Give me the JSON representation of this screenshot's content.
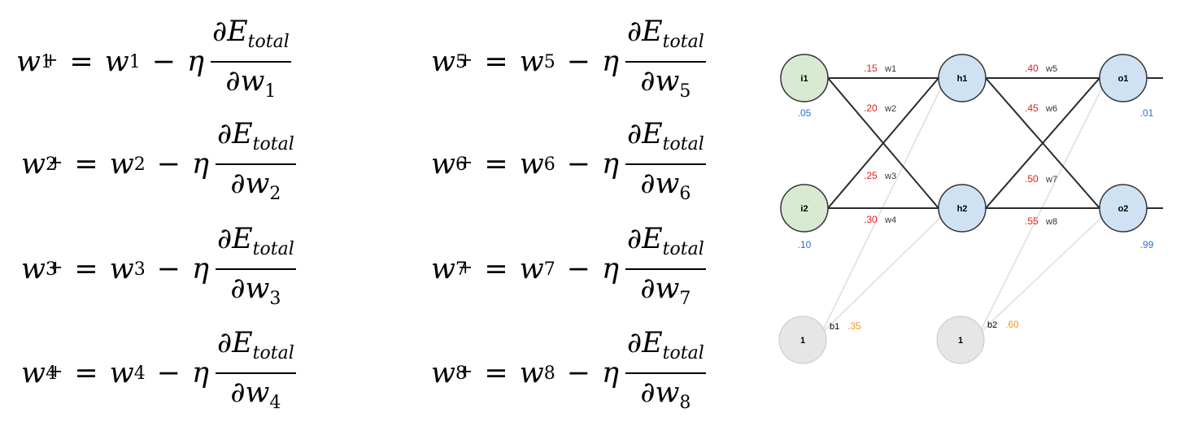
{
  "equations": [
    {
      "w": "w",
      "idx": "1",
      "plus": "+",
      "eq": "=",
      "rhs_w": "w",
      "minus": "−",
      "eta": "η",
      "num_d": "∂E",
      "num_sub": "total",
      "den_d": "∂w",
      "den_sub": "1"
    },
    {
      "w": "w",
      "idx": "2",
      "plus": "+",
      "eq": "=",
      "rhs_w": "w",
      "minus": "−",
      "eta": "η",
      "num_d": "∂E",
      "num_sub": "total",
      "den_d": "∂w",
      "den_sub": "2"
    },
    {
      "w": "w",
      "idx": "3",
      "plus": "+",
      "eq": "=",
      "rhs_w": "w",
      "minus": "−",
      "eta": "η",
      "num_d": "∂E",
      "num_sub": "total",
      "den_d": "∂w",
      "den_sub": "3"
    },
    {
      "w": "w",
      "idx": "4",
      "plus": "+",
      "eq": "=",
      "rhs_w": "w",
      "minus": "−",
      "eta": "η",
      "num_d": "∂E",
      "num_sub": "total",
      "den_d": "∂w",
      "den_sub": "4"
    },
    {
      "w": "w",
      "idx": "5",
      "plus": "+",
      "eq": "=",
      "rhs_w": "w",
      "minus": "−",
      "eta": "η",
      "num_d": "∂E",
      "num_sub": "total",
      "den_d": "∂w",
      "den_sub": "5"
    },
    {
      "w": "w",
      "idx": "6",
      "plus": "+",
      "eq": "=",
      "rhs_w": "w",
      "minus": "−",
      "eta": "η",
      "num_d": "∂E",
      "num_sub": "total",
      "den_d": "∂w",
      "den_sub": "6"
    },
    {
      "w": "w",
      "idx": "7",
      "plus": "+",
      "eq": "=",
      "rhs_w": "w",
      "minus": "−",
      "eta": "η",
      "num_d": "∂E",
      "num_sub": "total",
      "den_d": "∂w",
      "den_sub": "7"
    },
    {
      "w": "w",
      "idx": "8",
      "plus": "+",
      "eq": "=",
      "rhs_w": "w",
      "minus": "−",
      "eta": "η",
      "num_d": "∂E",
      "num_sub": "total",
      "den_d": "∂w",
      "den_sub": "8"
    }
  ],
  "network": {
    "nodes": {
      "i1": {
        "label": "i1",
        "value": ".05"
      },
      "i2": {
        "label": "i2",
        "value": ".10"
      },
      "h1": {
        "label": "h1"
      },
      "h2": {
        "label": "h2"
      },
      "o1": {
        "label": "o1",
        "value": ".01"
      },
      "o2": {
        "label": "o2",
        "value": ".99"
      },
      "b1": {
        "label": "1",
        "name": "b1",
        "value": ".35"
      },
      "b2": {
        "label": "1",
        "name": "b2",
        "value": ".60"
      }
    },
    "weights": [
      {
        "name": "w1",
        "value": ".15"
      },
      {
        "name": "w2",
        "value": ".20"
      },
      {
        "name": "w3",
        "value": ".25"
      },
      {
        "name": "w4",
        "value": ".30"
      },
      {
        "name": "w5",
        "value": ".40"
      },
      {
        "name": "w6",
        "value": ".45"
      },
      {
        "name": "w7",
        "value": ".50"
      },
      {
        "name": "w8",
        "value": ".55"
      }
    ],
    "colors": {
      "input_fill": "#d9ead3",
      "hidden_fill": "#cfe2f3",
      "output_fill": "#cfe2f3",
      "bias_fill": "#e6e6e6",
      "weight_value": "#e0201c",
      "io_value": "#2a6fdb",
      "bias_value": "#f09a1a",
      "edge": "#2b2b2b",
      "bias_edge": "#dddddd"
    }
  }
}
